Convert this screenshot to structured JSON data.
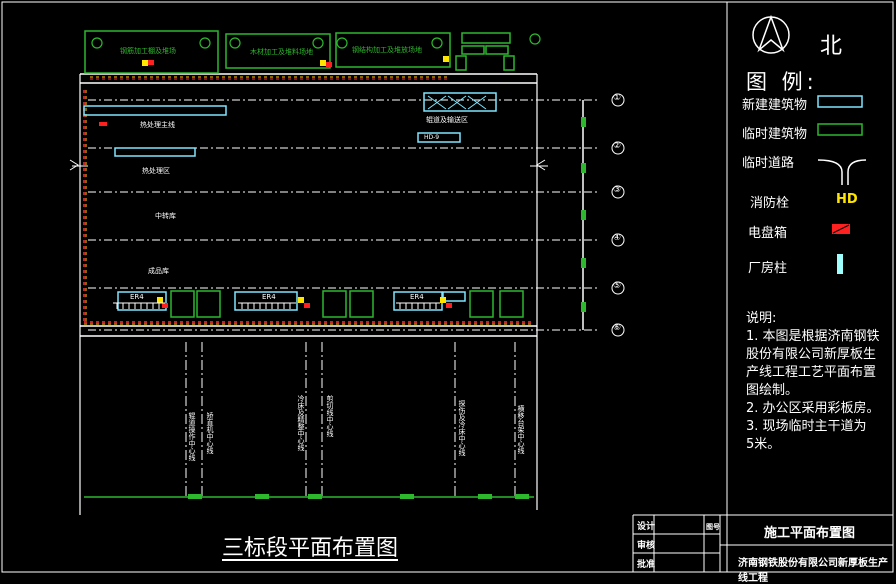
{
  "legend": {
    "north": "北",
    "title": "图  例:",
    "items": [
      {
        "label": "新建建筑物",
        "symbol": "new-building",
        "color": "#7fe6ff"
      },
      {
        "label": "临时建筑物",
        "symbol": "temp-building",
        "color": "#2db82d"
      },
      {
        "label": "临时道路",
        "symbol": "temp-road",
        "color": "#ffffff"
      },
      {
        "label": "消防栓",
        "symbol": "hydrant",
        "color": "#ffe600",
        "glyph": "HD"
      },
      {
        "label": "电盘箱",
        "symbol": "power-box",
        "color": "#ff2020"
      },
      {
        "label": "厂房柱",
        "symbol": "column",
        "color": "#9fffff"
      }
    ]
  },
  "notes": {
    "heading": "说明:",
    "lines": [
      "1. 本图是根据济南钢铁",
      "股份有限公司新厚板生",
      "产线工程工艺平面布置",
      "图绘制。",
      "2. 办公区采用彩板房。",
      "3. 现场临时主干道为",
      "5米。"
    ]
  },
  "drawing": {
    "title": "三标段平面布置图",
    "top_buildings": [
      "钢筋加工棚及堆场",
      "木材加工及堆料场地",
      "钢结构加工及堆放场地"
    ],
    "area_labels": [
      "热处理主线",
      "热处理区",
      "中转库",
      "成品库",
      "辊道及输送区"
    ],
    "er_labels": [
      "ER4",
      "ER4",
      "ER4"
    ],
    "bottom_labels": [
      "辊道操作中心线",
      "矫直机中心线",
      "冷床及精整中心线",
      "剪切线中心线",
      "探伤及冷床中心线",
      "横移台架中心线"
    ],
    "grid_numbers": [
      "①",
      "②",
      "③",
      "④",
      "⑤",
      "⑥"
    ],
    "small_box": "HD-9"
  },
  "title_block": {
    "rows": [
      "设计",
      "审核",
      "批准"
    ],
    "code_label": "图号",
    "drawing_name": "施工平面布置图",
    "project_name": "济南钢铁股份有限公司新厚板生产线工程"
  }
}
